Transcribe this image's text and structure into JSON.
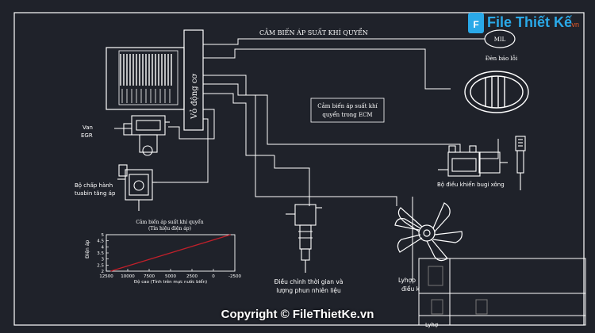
{
  "labels": {
    "barometric_sensor": "CẢM BIẾN ÁP SUẤT KHÍ QUYỂN",
    "mil": "MIL",
    "warning_lamp": "Đèn báo lỗi",
    "engine_housing": "Vỏ động cơ",
    "ecm_sensor_line1": "Cảm biến áp suất khí",
    "ecm_sensor_line2": "quyển trong ECM",
    "egr_valve_line1": "Van",
    "egr_valve_line2": "EGR",
    "turbo_actuator_line1": "Bộ chấp hành",
    "turbo_actuator_line2": "tuabin tăng áp",
    "glow_plug_controller": "Bộ điều khiển bugi xông",
    "graph_title_line1": "Cảm biến áp suất khí quyển",
    "graph_title_line2": "(Tín hiệu điện áp)",
    "graph_ylabel": "Điện áp",
    "graph_xlabel": "Độ cao (Tính trên mực nước biển)",
    "injector_line1": "Điều chỉnh thời gian và",
    "injector_line2": "lượng phun nhiên liệu",
    "fan_line1": "Lyhợp",
    "fan_line2": "điều k",
    "bottom_fragment": "Lyhợ",
    "brand_name": "File Thiết Kế",
    "brand_domain": ".vn",
    "copyright": "Copyright © FileThietKe.vn"
  },
  "colors": {
    "background": "#1f222a",
    "line": "#ffffff",
    "graph_line": "#c0202a",
    "brand_blue": "#2aa9e8",
    "brand_orange": "#e85a2a"
  },
  "chart_data": {
    "type": "line",
    "title": "Cảm biến áp suất khí quyển (Tín hiệu điện áp)",
    "xlabel": "Độ cao (Tính trên mực nước biển)",
    "ylabel": "Điện áp",
    "x_ticks": [
      "12500",
      "10000",
      "7500",
      "5000",
      "2500",
      "0",
      "-2500"
    ],
    "y_ticks": [
      "2",
      "2.5",
      "3",
      "3.5",
      "4",
      "4.5",
      "5"
    ],
    "xlim": [
      12500,
      -2500
    ],
    "ylim": [
      2,
      5
    ],
    "grid": false,
    "series": [
      {
        "x": [
          12000,
          -2000
        ],
        "y": [
          2.0,
          5.0
        ]
      }
    ]
  }
}
